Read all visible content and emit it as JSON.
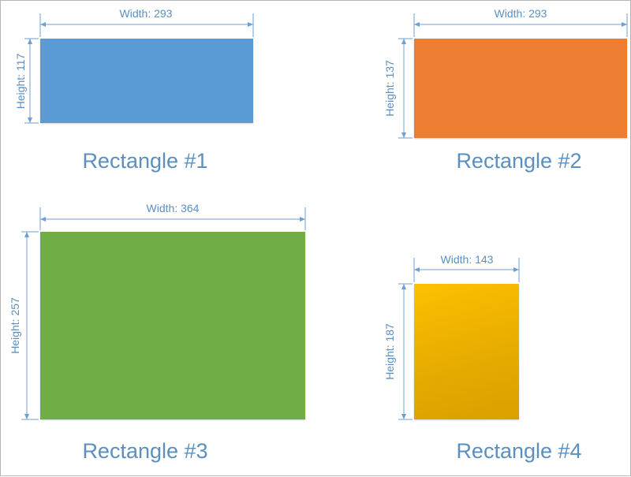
{
  "colors": {
    "dimension_line": "#6f9fd0",
    "text": "#5b8fc0",
    "rect1": "#5b9bd5",
    "rect2": "#ed7d31",
    "rect3": "#70ad47",
    "rect4_top": "#ffc000",
    "rect4_bottom": "#d9a000"
  },
  "rectangles": [
    {
      "caption": "Rectangle #1",
      "width_label": "Width: 293",
      "height_label": "Height: 117"
    },
    {
      "caption": "Rectangle #2",
      "width_label": "Width: 293",
      "height_label": "Height: 137"
    },
    {
      "caption": "Rectangle #3",
      "width_label": "Width: 364",
      "height_label": "Height: 257"
    },
    {
      "caption": "Rectangle #4",
      "width_label": "Width: 143",
      "height_label": "Height: 187"
    }
  ]
}
